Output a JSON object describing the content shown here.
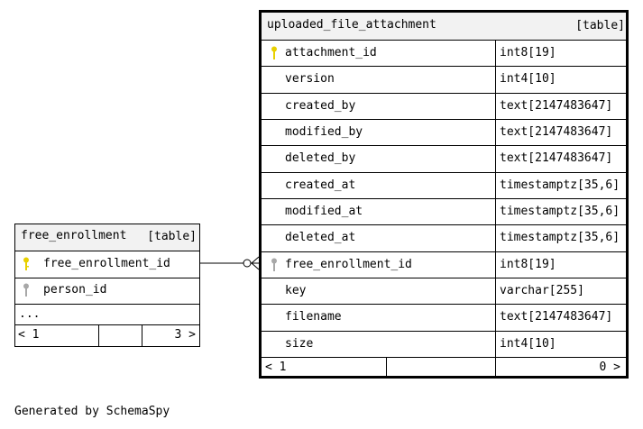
{
  "tables": {
    "free_enrollment": {
      "name": "free_enrollment",
      "tag": "[table]",
      "columns": [
        {
          "name": "free_enrollment_id",
          "key": "primary"
        },
        {
          "name": "person_id",
          "key": "foreign"
        }
      ],
      "more": "...",
      "footer": {
        "left": "< 1",
        "right": "3 >"
      }
    },
    "uploaded_file_attachment": {
      "name": "uploaded_file_attachment",
      "tag": "[table]",
      "columns": [
        {
          "name": "attachment_id",
          "type": "int8[19]",
          "key": "primary"
        },
        {
          "name": "version",
          "type": "int4[10]"
        },
        {
          "name": "created_by",
          "type": "text[2147483647]"
        },
        {
          "name": "modified_by",
          "type": "text[2147483647]"
        },
        {
          "name": "deleted_by",
          "type": "text[2147483647]"
        },
        {
          "name": "created_at",
          "type": "timestamptz[35,6]"
        },
        {
          "name": "modified_at",
          "type": "timestamptz[35,6]"
        },
        {
          "name": "deleted_at",
          "type": "timestamptz[35,6]"
        },
        {
          "name": "free_enrollment_id",
          "type": "int8[19]",
          "key": "foreign"
        },
        {
          "name": "key",
          "type": "varchar[255]"
        },
        {
          "name": "filename",
          "type": "text[2147483647]"
        },
        {
          "name": "size",
          "type": "int4[10]"
        }
      ],
      "footer": {
        "left": "< 1",
        "right": "0 >"
      }
    }
  },
  "key_colors": {
    "primary": "#e8d000",
    "foreign": "#a8a8a8"
  },
  "footer_text": "Generated by SchemaSpy"
}
